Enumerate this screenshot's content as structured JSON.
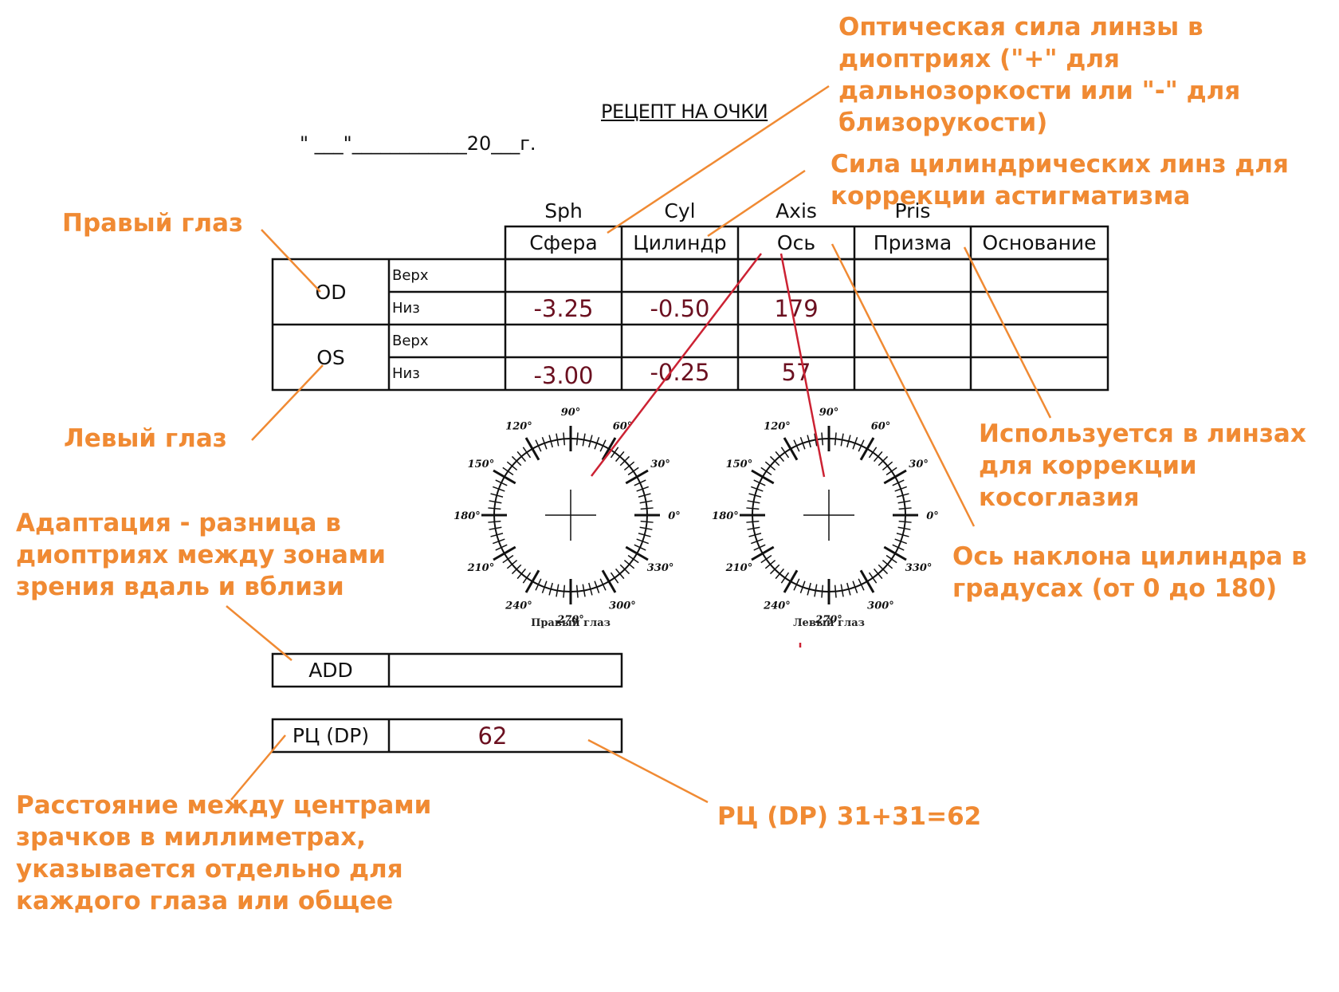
{
  "document": {
    "title": "РЕЦЕПТ НА ОЧКИ",
    "date_line": "\" ___\"____________20___г."
  },
  "table": {
    "header_en": [
      "Sph",
      "Cyl",
      "Axis",
      "Pris"
    ],
    "header_ru": [
      "Сфера",
      "Цилиндр",
      "Ось",
      "Призма",
      "Основание"
    ],
    "rows": [
      {
        "eye": "OD",
        "sub": [
          "Верх",
          "Низ"
        ],
        "lower": {
          "sph": "-3.25",
          "cyl": "-0.50",
          "axis": "179"
        }
      },
      {
        "eye": "OS",
        "sub": [
          "Верх",
          "Низ"
        ],
        "lower": {
          "sph": "-3.00",
          "cyl": "-0.25",
          "axis": "57"
        }
      }
    ]
  },
  "add": {
    "label": "ADD",
    "value": ""
  },
  "dp": {
    "label": "РЦ (DP)",
    "value": "62"
  },
  "dials": {
    "right_label": "Правый глаз",
    "left_label": "Левый глаз",
    "ticks": [
      "90°",
      "60°",
      "30°",
      "0°",
      "330°",
      "300°",
      "270°",
      "240°",
      "210°",
      "180°",
      "150°",
      "120°"
    ]
  },
  "annotations": {
    "sph": [
      "Оптическая сила линзы в",
      "диоптриях (\"+\" для",
      "дальнозоркости или \"-\" для",
      "близорукости)"
    ],
    "cyl": [
      "Сила цилиндрических линз для",
      "коррекции астигматизма"
    ],
    "right_eye": "Правый глаз",
    "left_eye": "Левый глаз",
    "prism": [
      "Используется в линзах",
      "для коррекции",
      "косоглазия"
    ],
    "axis": [
      "Ось наклона цилиндра в",
      "градусах (от 0 до 180)"
    ],
    "add": [
      "Адаптация - разница в",
      "диоптриях между зонами",
      "зрения вдаль и вблизи"
    ],
    "dp": [
      "Расстояние между центрами",
      "зрачков в миллиметрах,",
      "указывается отдельно для",
      "каждого глаза или общее"
    ],
    "dp_value": "РЦ (DP) 31+31=62"
  },
  "colors": {
    "accent": "#f08a33",
    "value": "#6b1020",
    "pointer": "#cc2233"
  }
}
